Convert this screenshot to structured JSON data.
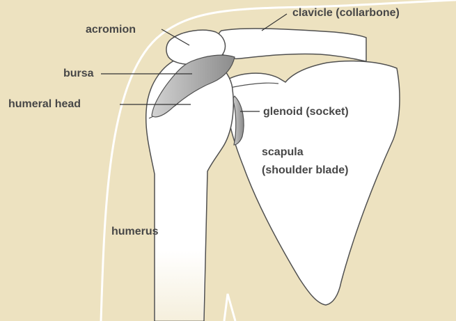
{
  "labels": {
    "clavicle": "clavicle (collarbone)",
    "acromion": "acromion",
    "bursa": "bursa",
    "humeral_head": "humeral head",
    "glenoid": "glenoid (socket)",
    "scapula_line1": "scapula",
    "scapula_line2": "(shoulder blade)",
    "humerus": "humerus"
  },
  "colors": {
    "background": "#ede2c0",
    "skin_outline": "#ffffff",
    "bone_fill": "#ffffff",
    "bone_stroke": "#505050",
    "bursa_fill": "#a0a0a0",
    "cartilage_fill": "#a8a8a8",
    "label_text": "#474747",
    "leader_line": "#333333"
  }
}
